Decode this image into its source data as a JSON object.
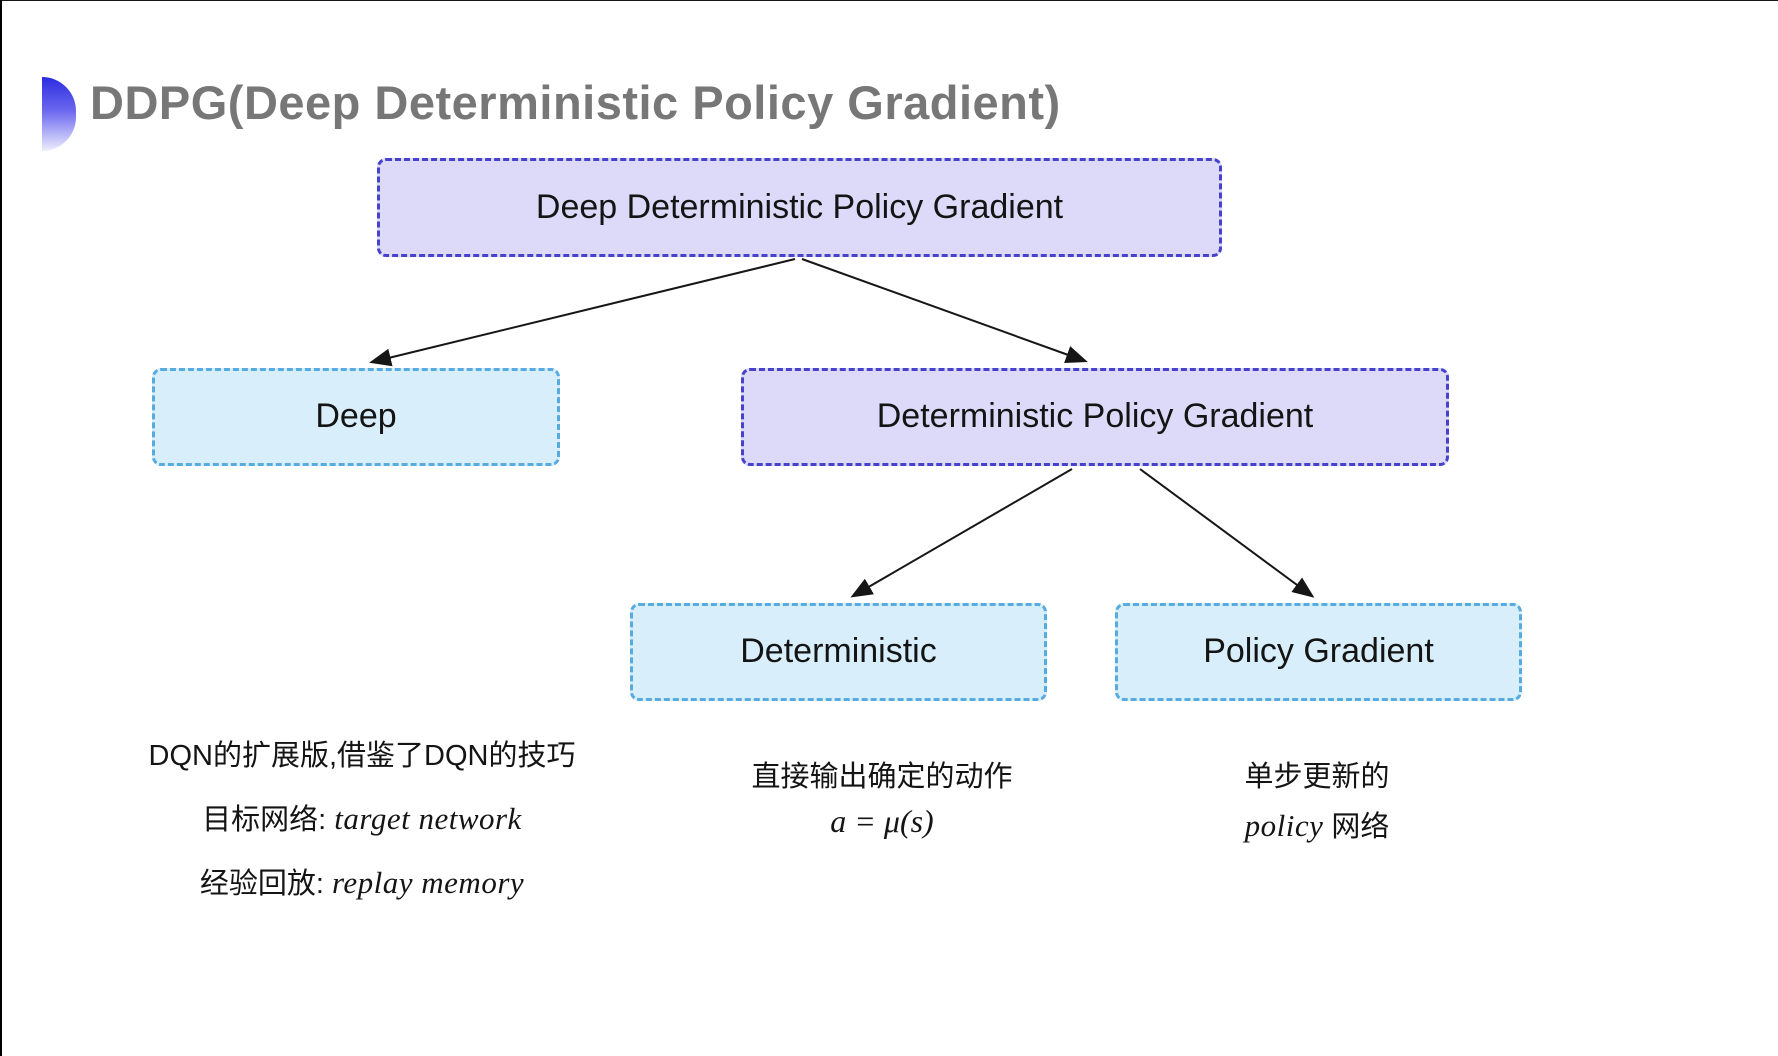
{
  "page": {
    "title": "DDPG(Deep Deterministic Policy Gradient)"
  },
  "diagram": {
    "root": {
      "label": "Deep Deterministic Policy Gradient"
    },
    "deep": {
      "label": "Deep"
    },
    "dpg": {
      "label": "Deterministic Policy Gradient"
    },
    "det": {
      "label": "Deterministic"
    },
    "pg": {
      "label": "Policy Gradient"
    }
  },
  "notes": {
    "deep": {
      "line1": "DQN的扩展版,借鉴了DQN的技巧",
      "line2_zh": "目标网络: ",
      "line2_en": "target network",
      "line3_zh": "经验回放: ",
      "line3_en": "replay memory"
    },
    "det": {
      "line1": "直接输出确定的动作",
      "formula": "a = μ(s)"
    },
    "pg": {
      "line1": "单步更新的",
      "line2_en": "policy",
      "line2_zh": " 网络"
    }
  },
  "colors": {
    "purple_fill": "#dcdaf8",
    "purple_border": "#4742cc",
    "blue_fill": "#d9eefb",
    "blue_border": "#57abdf",
    "title_gray": "#777777",
    "arrow": "#161616",
    "bullet_blue": "#2c2ce0"
  }
}
